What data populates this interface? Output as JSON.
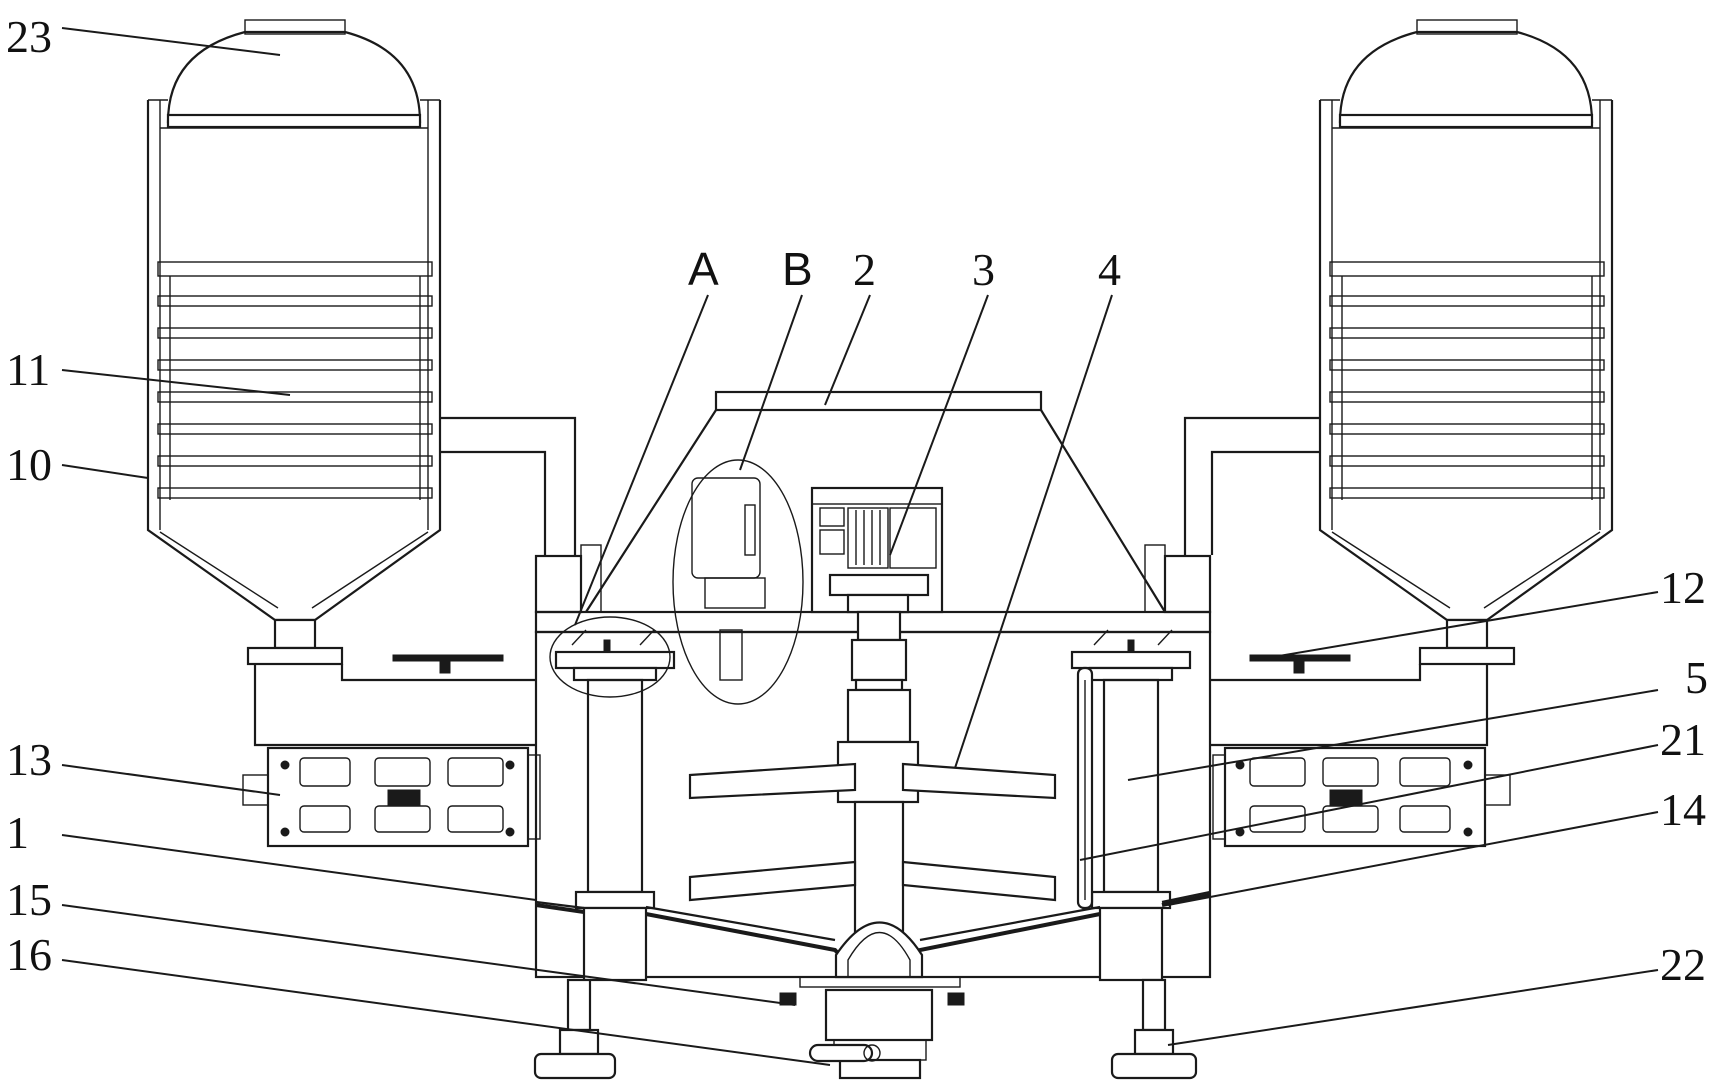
{
  "labels": {
    "n23": "23",
    "n11": "11",
    "n10": "10",
    "nA": "A",
    "nB": "B",
    "n2": "2",
    "n3": "3",
    "n4": "4",
    "n12": "12",
    "n5": "5",
    "n21": "21",
    "n13": "13",
    "n14": "14",
    "n1": "1",
    "n15": "15",
    "n16": "16",
    "n22": "22"
  }
}
